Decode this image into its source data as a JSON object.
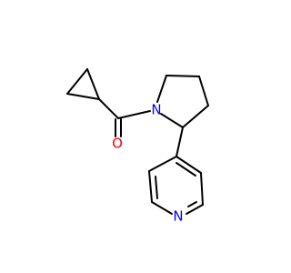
{
  "molecule": {
    "atoms": [
      {
        "symbol": "O",
        "color": "#ff0000"
      },
      {
        "symbol": "N",
        "color": "#0000ff"
      },
      {
        "symbol": "N",
        "color": "#0000ff"
      }
    ]
  }
}
